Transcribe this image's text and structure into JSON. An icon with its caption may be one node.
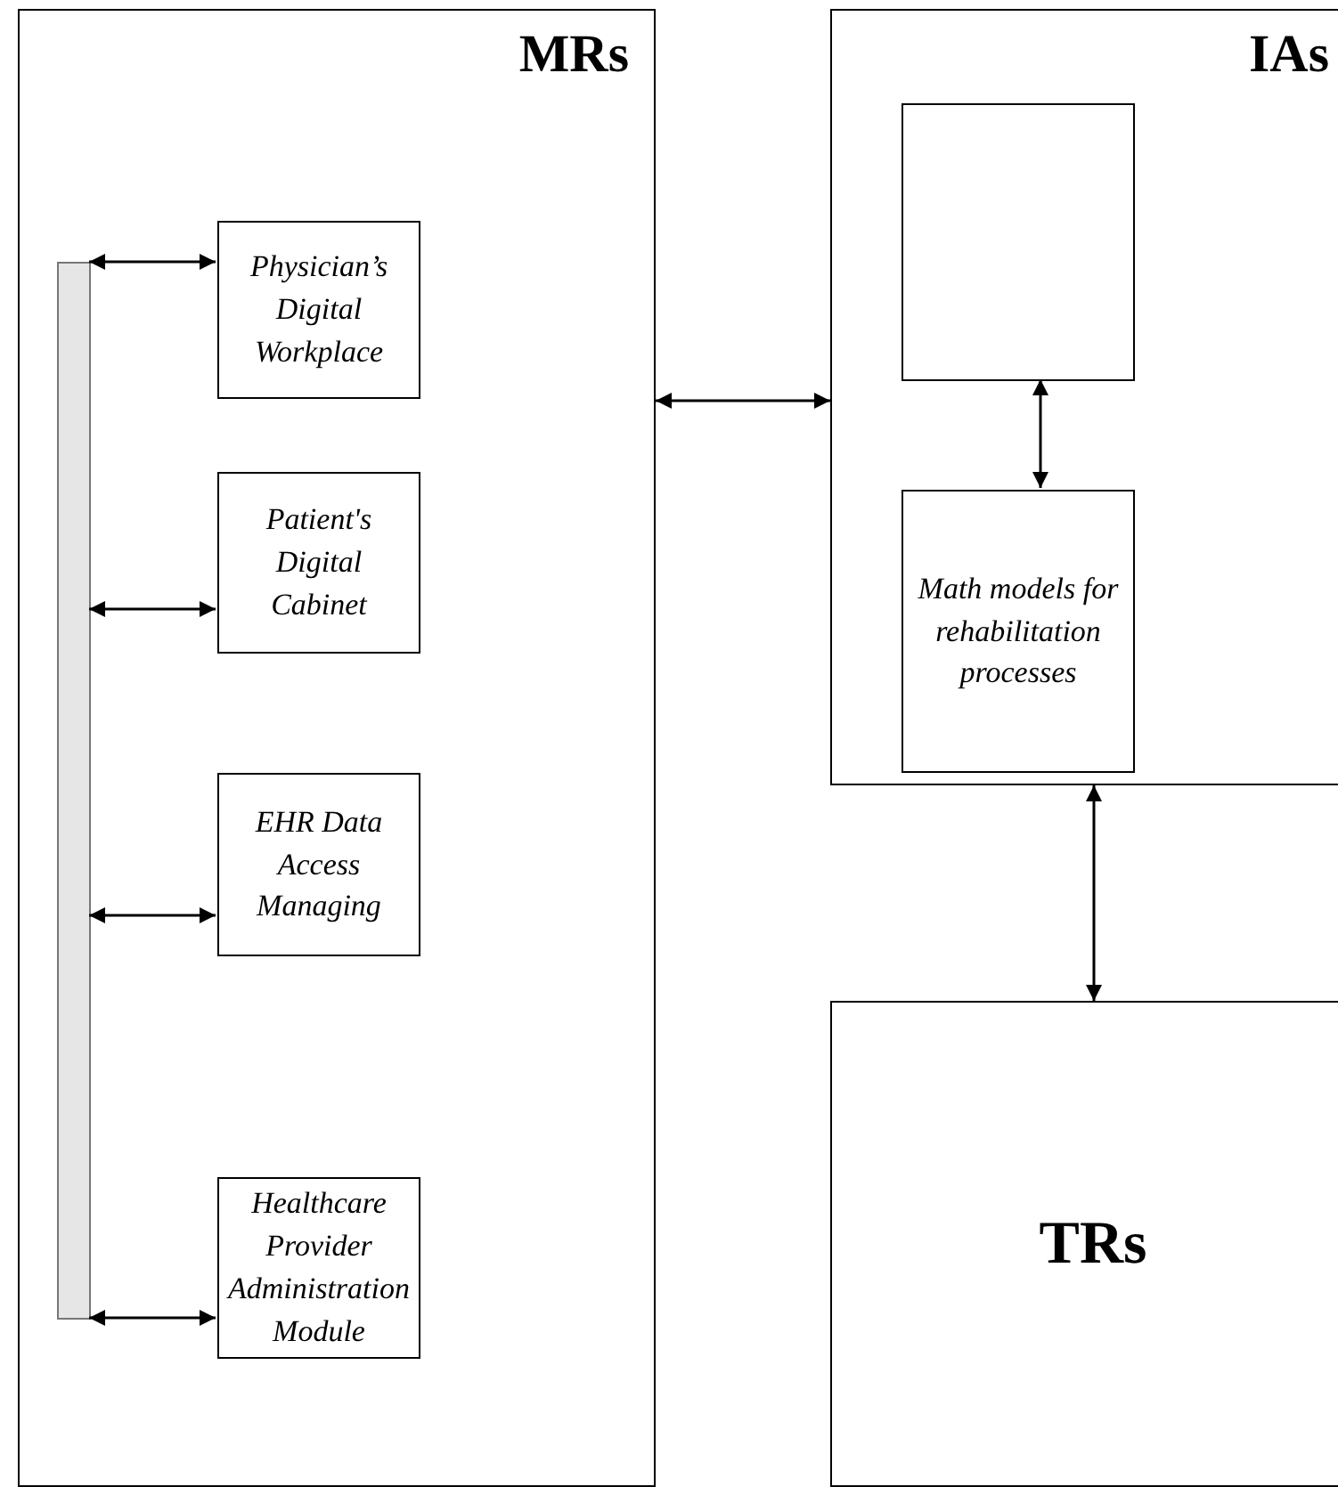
{
  "diagram": {
    "nodes": [
      {
        "text": [
          "MRs"
        ]
      },
      {
        "text": [],
        "shape": "bar",
        "in": 0
      },
      {
        "text": [
          "Physician’s Digital Workplace"
        ],
        "in": 0
      },
      {
        "text": [
          "Patient's Digital Cabinet"
        ],
        "in": 0
      },
      {
        "text": [
          "EHR Data Access Managing"
        ],
        "in": 0
      },
      {
        "text": [
          "Healthcare Provider Administration Module"
        ],
        "in": 0
      },
      {
        "text": [
          "IAs"
        ]
      },
      {
        "text": [],
        "shape": "box",
        "in": 6
      },
      {
        "text": [
          "Math models for rehabilitation processes"
        ],
        "in": 6
      },
      {
        "text": [
          "TRs"
        ]
      }
    ],
    "edges": [
      {
        "from": 1,
        "to": 2,
        "arrow": "both"
      },
      {
        "from": 1,
        "to": 3,
        "arrow": "both"
      },
      {
        "from": 1,
        "to": 4,
        "arrow": "both"
      },
      {
        "from": 1,
        "to": 5,
        "arrow": "both"
      },
      {
        "from": 0,
        "to": 6,
        "arrow": "both"
      },
      {
        "from": 7,
        "to": 8,
        "arrow": "both"
      },
      {
        "from": 6,
        "to": 9,
        "arrow": "both"
      }
    ]
  }
}
